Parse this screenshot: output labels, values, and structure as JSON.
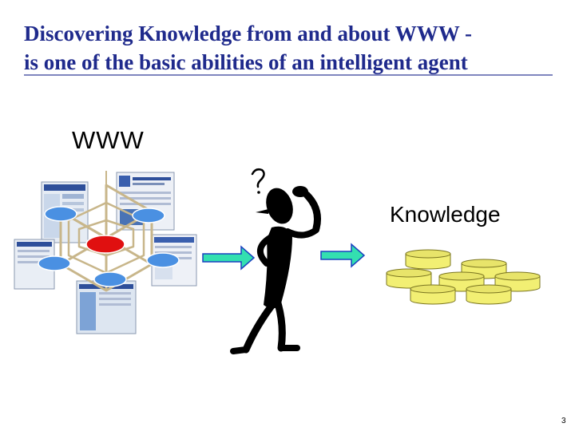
{
  "title": {
    "line1": "Discovering Knowledge from and about WWW -",
    "line2": "is one of  the basic abilities of an intelligent agent"
  },
  "labels": {
    "www": "WWW",
    "knowledge": "Knowledge"
  },
  "page_number": "3",
  "colors": {
    "title": "#1f2a8c",
    "arrow_fill": "#33e0b0",
    "arrow_stroke": "#1a40c0",
    "node_fill": "#4a90e2",
    "center_node_fill": "#e01010",
    "web_strands": "#c8b68a",
    "database_fill": "#f2ef73"
  },
  "icons": {
    "web": "spider-web-icon",
    "agent": "thinking-stick-figure-icon",
    "knowledge": "database-cylinders-icon"
  }
}
